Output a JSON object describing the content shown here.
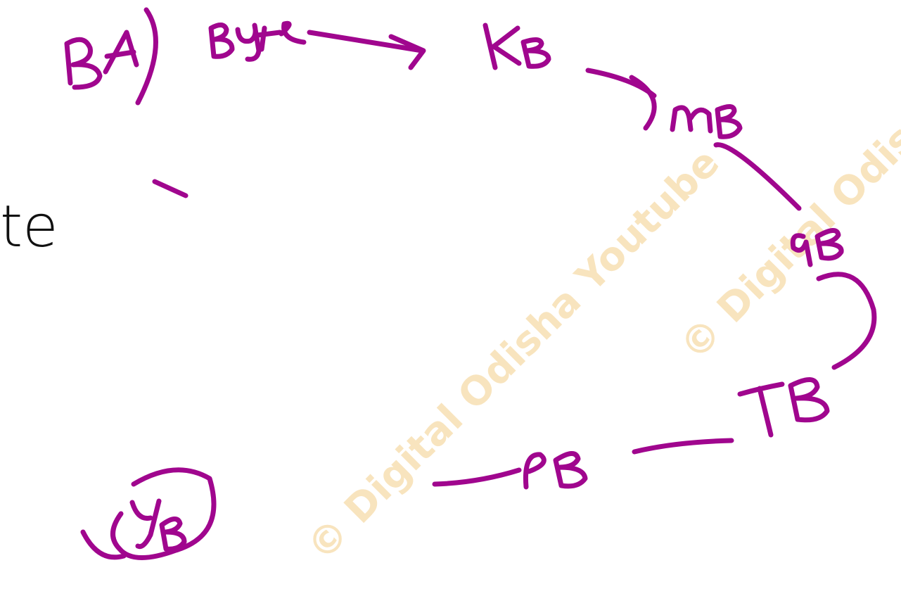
{
  "slide": {
    "partial_text": "te"
  },
  "watermark": {
    "text_main": "© Digital Odisha Youtube",
    "text_right": "© Digital Odis"
  },
  "annotations": {
    "color": "#a0068e",
    "items": [
      "BA)",
      "Byte",
      "KB",
      "MB",
      "GB",
      "TB",
      "PB",
      "YB"
    ]
  }
}
